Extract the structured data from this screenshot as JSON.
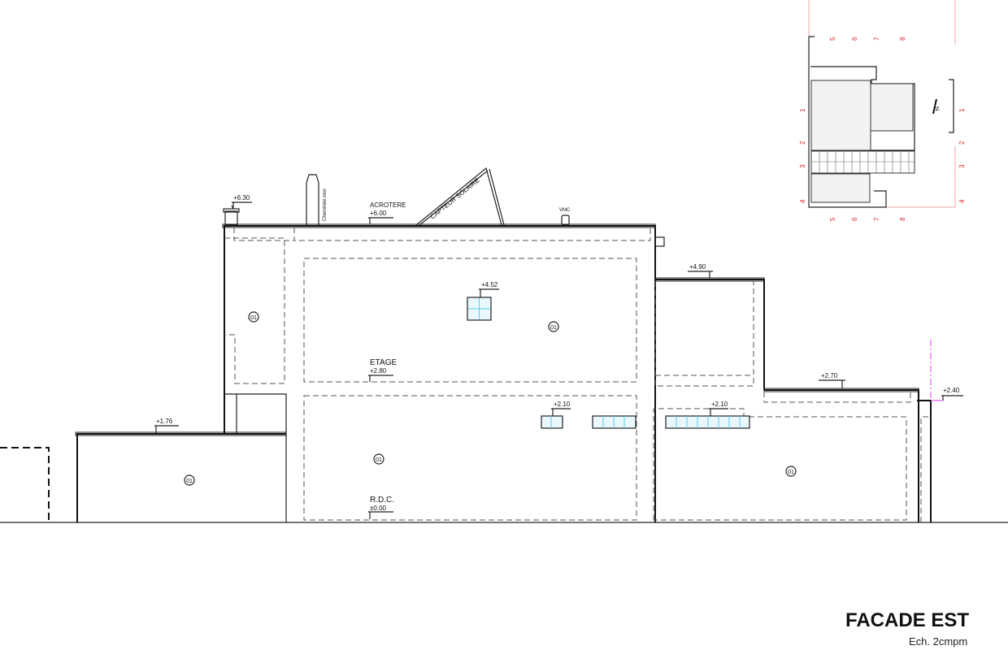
{
  "title": "FACADE EST",
  "scale": "Ech. 2cmpm",
  "labels": {
    "cheminee": "Cheminée inox",
    "acrotere": "ACROTERE",
    "capteur": "CAPTEUR SOLAIRE",
    "vmc": "VMC",
    "etage": "ETAGE",
    "rdc": "R.D.C."
  },
  "levels": {
    "l630": "+6.30",
    "l600": "+6.00",
    "l490": "+4.90",
    "l452": "+4.52",
    "l280": "+2.80",
    "l270": "+2.70",
    "l240": "+2.40",
    "l210a": "+2.10",
    "l210b": "+2.10",
    "l176": "+1.76",
    "l000": "±0.00"
  },
  "material_tag": "01",
  "plan": {
    "axes_top": [
      "5",
      "6",
      "7",
      "8"
    ],
    "axes_bottom": [
      "5",
      "6",
      "7",
      "8"
    ],
    "axes_left": [
      "1",
      "2",
      "3",
      "4"
    ],
    "axes_right": [
      "1",
      "2",
      "3",
      "4"
    ],
    "north": "N"
  }
}
